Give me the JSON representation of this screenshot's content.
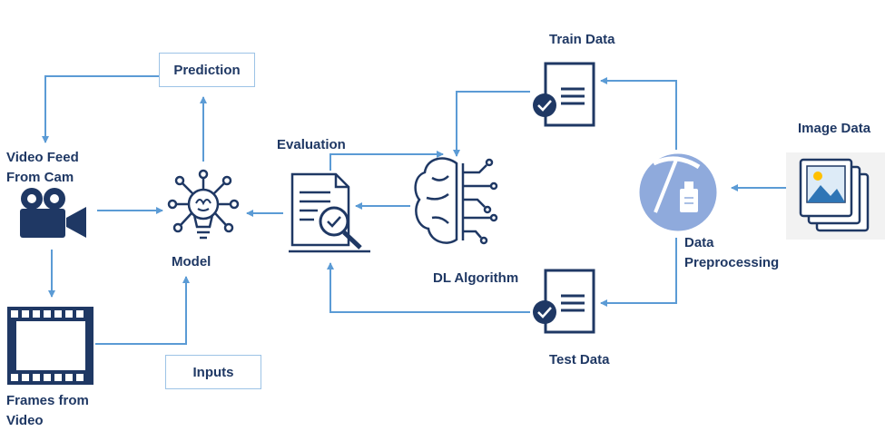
{
  "labels": {
    "prediction": "Prediction",
    "inputs": "Inputs",
    "video_feed": "Video Feed\nFrom Cam",
    "frames": "Frames from\nVideo",
    "model": "Model",
    "evaluation": "Evaluation",
    "dl_algorithm": "DL Algorithm",
    "train_data": "Train Data",
    "test_data": "Test Data",
    "image_data": "Image Data",
    "data_preprocessing": "Data\nPreprocessing"
  },
  "icons": {
    "camera": "video-camera-icon",
    "film": "film-strip-icon",
    "model": "lightbulb-brain-icon",
    "evaluation": "document-magnifier-icon",
    "brain": "brain-circuit-icon",
    "train_doc": "document-check-icon",
    "test_doc": "document-check-icon",
    "preprocessing": "pickaxe-bottle-icon",
    "images": "image-stack-icon"
  },
  "colors": {
    "arrow": "#5b9bd5",
    "icon": "#1f3864",
    "label": "#1f3864",
    "box_border": "#9dc3e6",
    "preprocessing_circle": "#8faadc"
  }
}
